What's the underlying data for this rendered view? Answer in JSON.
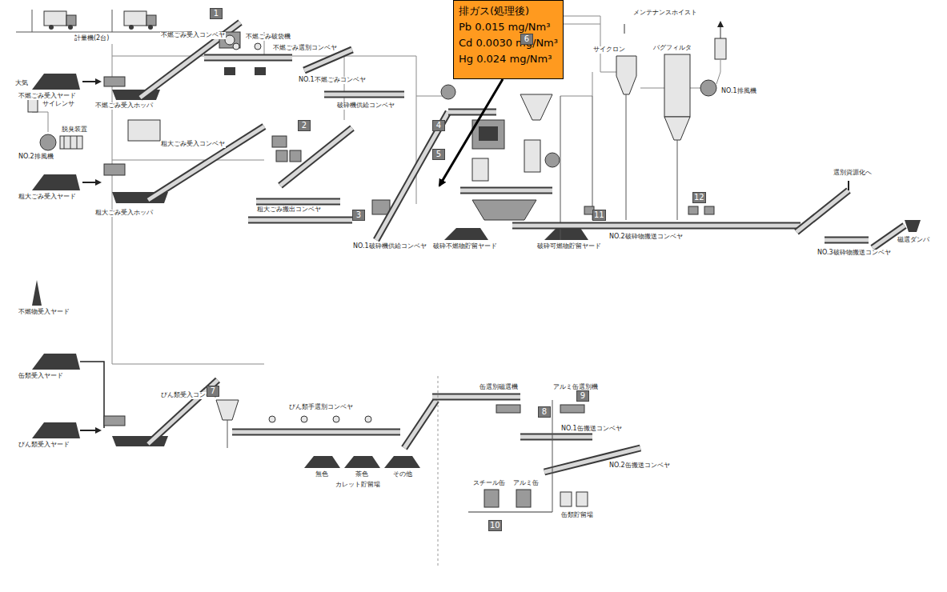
{
  "diagram": {
    "nodes": [
      {
        "text": [
          "排ガス(処理後)",
          "Pb 0.015 mg/Nm³",
          "Cd 0.0030 mg/Nm³",
          "Hg 0.024 mg/Nm³"
        ]
      }
    ],
    "labels": [
      "計量機(2台)",
      "不燃ごみ受入ヤード",
      "不燃ごみ受入ホッパ",
      "不燃ごみ受入コンベヤ",
      "不燃ごみ破袋機",
      "不燃ごみ選別コンベヤ",
      "NO.1不燃ごみコンベヤ",
      "大気",
      "サイレンサ",
      "NO.2排風機",
      "脱臭装置",
      "粗大ごみ受入ヤード",
      "粗大ごみ受入ホッパ",
      "粗大ごみ受入コンベヤ",
      "粗大ごみ搬出コンベヤ",
      "破砕機供給コンベヤ",
      "NO.1破砕機供給コンベヤ",
      "メンテナンスホイスト",
      "サイクロン",
      "バグフィルタ",
      "NO.1排風機",
      "NO.2破砕物搬送コンベヤ",
      "破砕不燃物貯留ヤード",
      "破砕可燃物貯留ヤード",
      "選別資源化へ",
      "NO.3破砕物搬送コンベヤ",
      "磁選ダンパ",
      "不燃物受入ヤード",
      "缶類受入ヤード",
      "びん類受入ヤード",
      "びん類受入コンベヤ",
      "びん類手選別コンベヤ",
      "無色",
      "茶色",
      "その他",
      "カレット貯留場",
      "缶選別磁選機",
      "アルミ缶選別機",
      "NO.1缶搬送コンベヤ",
      "NO.2缶搬送コンベヤ",
      "スチール缶",
      "アルミ缶",
      "缶類貯留場",
      "1",
      "2",
      "3",
      "4",
      "5",
      "6",
      "7",
      "8",
      "9",
      "10",
      "11",
      "12"
    ]
  }
}
